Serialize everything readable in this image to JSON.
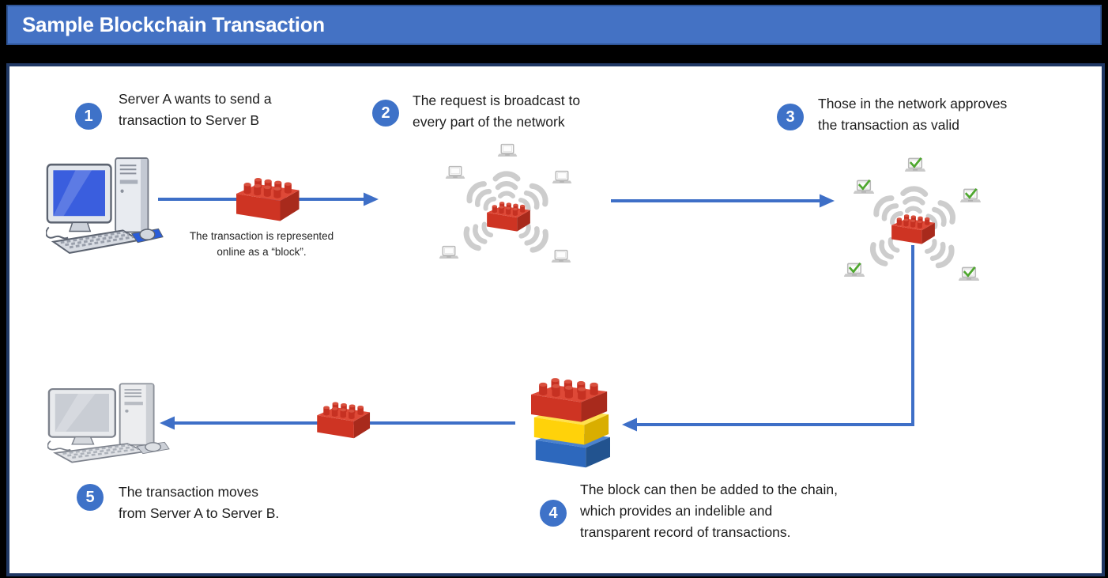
{
  "header": {
    "title": "Sample Blockchain Transaction"
  },
  "steps": [
    {
      "number": "1",
      "icon": "desktop-computer",
      "lines": [
        "Server A wants to send a",
        "transaction to Server B"
      ]
    },
    {
      "number": "2",
      "icon": "broadcast-network",
      "lines": [
        "The request is broadcast to",
        "every part of the network"
      ]
    },
    {
      "number": "3",
      "icon": "validated-network",
      "lines": [
        "Those in the network approves",
        "the transaction as valid"
      ]
    },
    {
      "number": "4",
      "icon": "block-chain-stack",
      "lines": [
        "The block can then be added to the chain,",
        "which provides an indelible and",
        "transparent record of transactions."
      ]
    },
    {
      "number": "5",
      "icon": "desktop-computer-gray",
      "lines": [
        "The transaction moves",
        "from Server A to Server B."
      ]
    }
  ],
  "annotations": {
    "block_note_lines": [
      "The transaction is represented",
      "online as a “block”."
    ]
  },
  "colors": {
    "header_bg": "#4472C4",
    "header_border": "#2F5597",
    "panel_border": "#203864",
    "badge": "#3E72C8",
    "arrow": "#3E6FC7",
    "brick_red": "#CE3423",
    "brick_yellow": "#FFD20A",
    "brick_blue": "#2D68BD",
    "check_green": "#4EA72E",
    "wave": "#CDCDCD"
  }
}
